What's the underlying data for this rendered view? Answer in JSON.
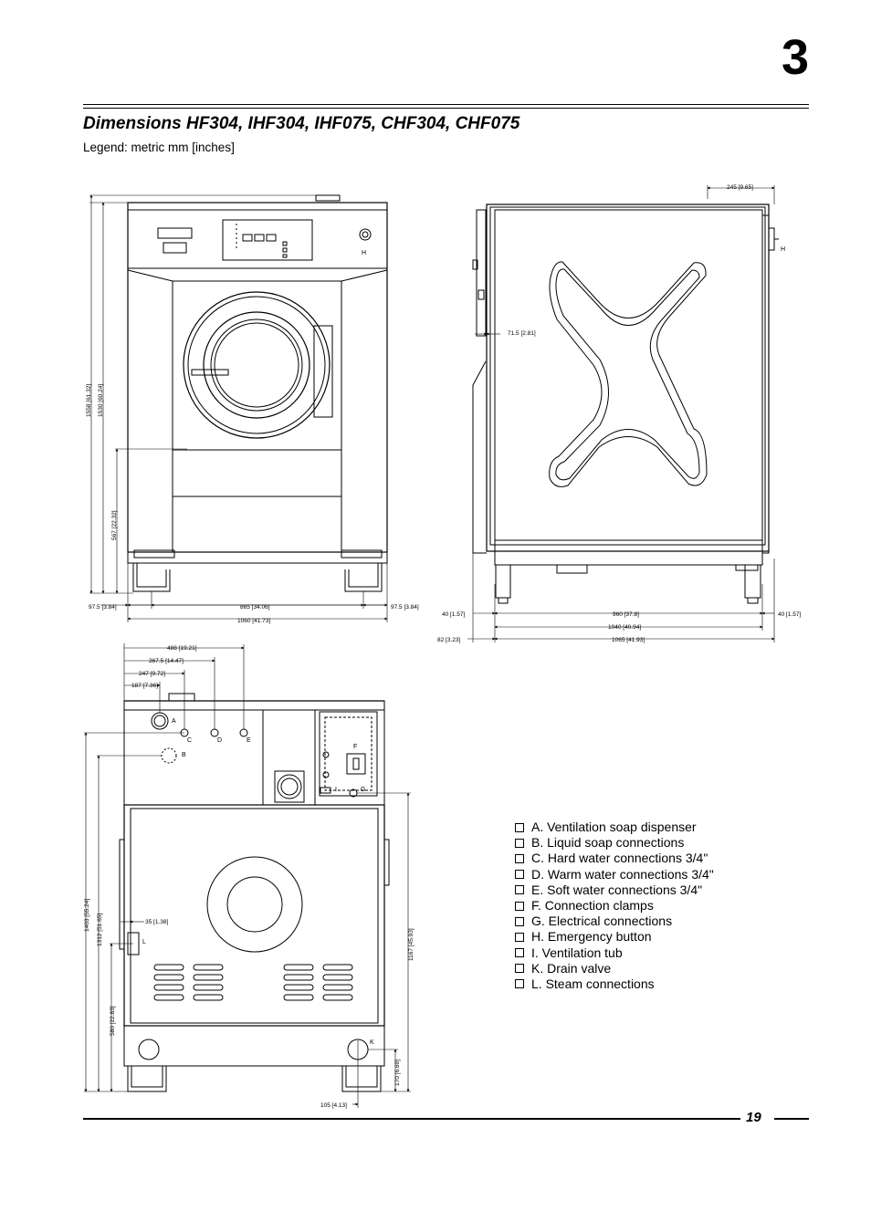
{
  "chapter_number": "3",
  "title": "Dimensions HF304, IHF304, IHF075, CHF304, CHF075",
  "legend_note": "Legend: metric mm [inches]",
  "page_number": "19",
  "front_view": {
    "dims": {
      "height_total": "1558 [61.32]",
      "height_body": "1530 [60.24]",
      "door_center": "567 [22.32]",
      "left_offset": "97.5 [3.84]",
      "feet_span": "865 [34.06]",
      "right_offset": "97.5 [3.84]",
      "width": "1060 [41.73]"
    },
    "labels": {
      "H": "H"
    }
  },
  "side_view": {
    "dims": {
      "top_offset": "245 [9.65]",
      "panel_depth": "71.5 [2.81]",
      "left_foot": "40 [1.57]",
      "feet_span": "960 [37.8]",
      "right_foot": "40 [1.57]",
      "depth_body": "1040 [40.94]",
      "back_offset": "82 [3.23]",
      "depth_total": "1065 [41.93]"
    },
    "labels": {
      "H": "H"
    }
  },
  "rear_view": {
    "dims": {
      "e_pos": "488 [19.21]",
      "d_pos": "367.5 [14.47]",
      "c_pos": "247 [9.72]",
      "a_pos": "187 [7.36]",
      "l_width": "35 [1.38]",
      "height_total": "1403 [55.24]",
      "height_b": "1312 [51.65]",
      "height_l": "580 [22.83]",
      "height_g": "1167 [45.93]",
      "k_height": "170 [6.69]",
      "k_pos": "105 [4.13]"
    },
    "labels": {
      "A": "A",
      "B": "B",
      "C": "C",
      "D": "D",
      "E": "E",
      "F": "F",
      "G": "G",
      "I": "I",
      "K": "K",
      "L": "L"
    }
  },
  "legend_items": [
    "A. Ventilation soap dispenser",
    "B. Liquid soap connections",
    "C. Hard water connections 3/4\"",
    "D. Warm water connections 3/4\"",
    "E. Soft water connections 3/4\"",
    "F. Connection clamps",
    "G. Electrical connections",
    "H. Emergency button",
    "I.  Ventilation tub",
    "K. Drain valve",
    "L. Steam connections"
  ]
}
